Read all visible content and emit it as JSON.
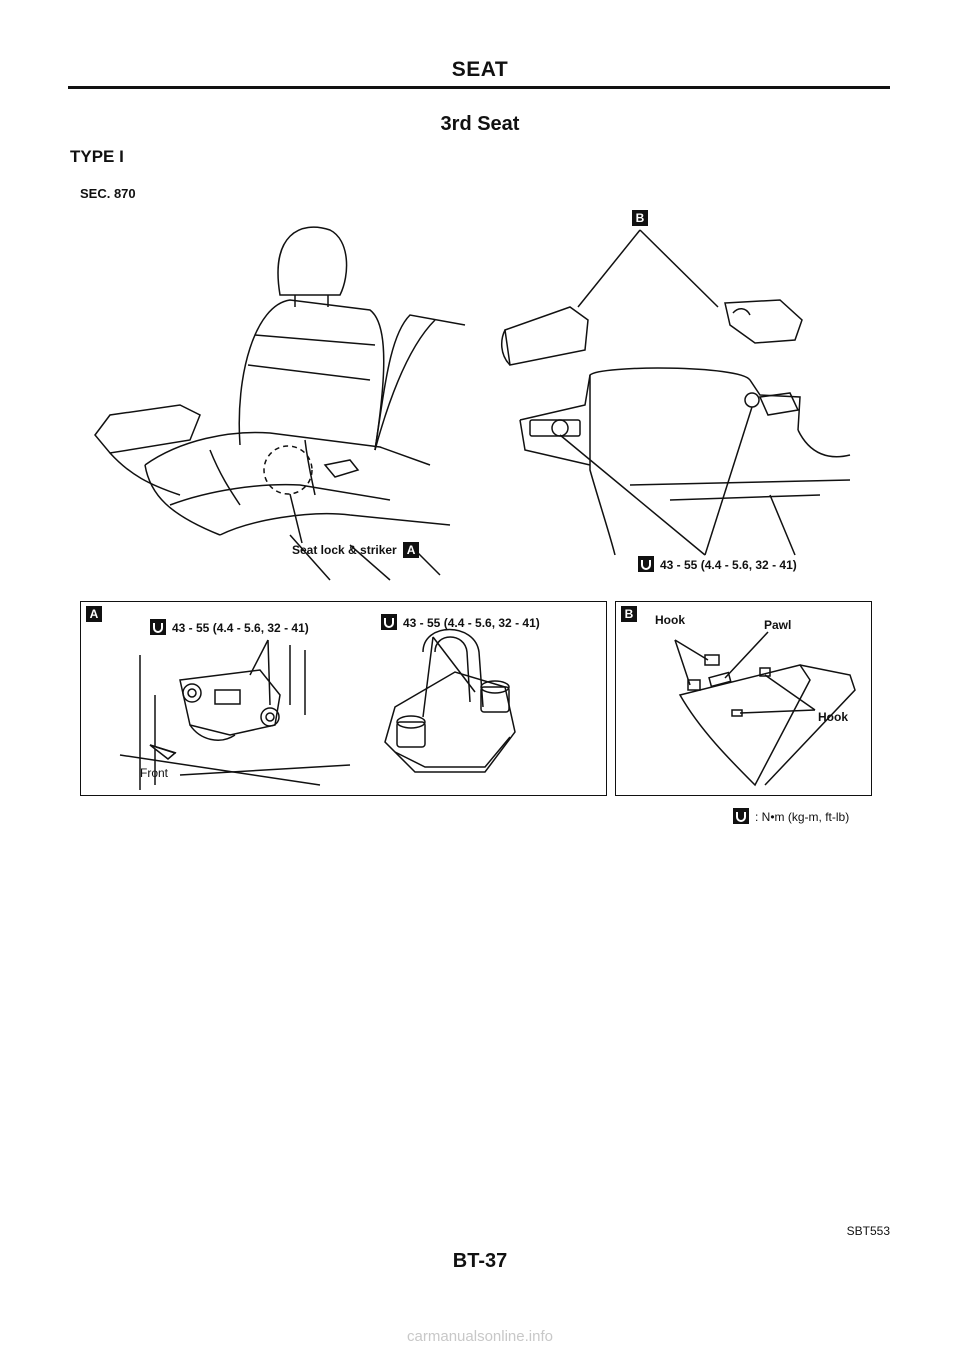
{
  "header": {
    "section": "SEAT"
  },
  "page": {
    "heading": "3rd Seat",
    "type": "TYPE I",
    "sec": "SEC. 870"
  },
  "callouts": {
    "badge_a": "A",
    "badge_b": "B",
    "seat_lock": "Seat lock & striker",
    "torque": "43 - 55 (4.4 - 5.6, 32 - 41)",
    "hook": "Hook",
    "pawl": "Pawl",
    "front": "Front"
  },
  "legend": {
    "unit": ": N•m (kg-m, ft-lb)"
  },
  "doc_code": "SBT553",
  "page_number": "BT-37",
  "footer": "carmanualsonline.info",
  "icons": {
    "torque": "torque-wrench-icon"
  }
}
